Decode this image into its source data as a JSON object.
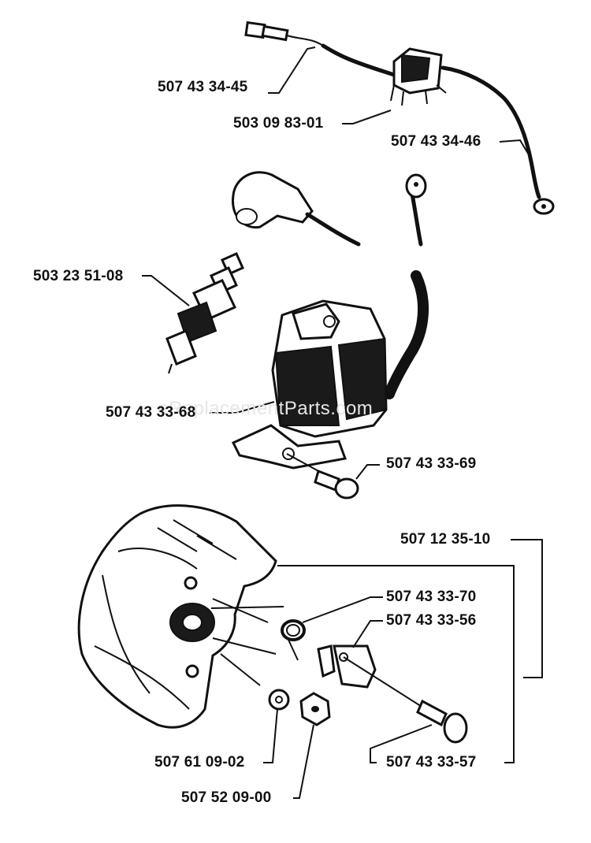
{
  "watermark": "eReplacementParts.com",
  "labels": {
    "cable_a": "507 43 34-45",
    "switch": "503 09 83-01",
    "cable_b": "507 43 34-46",
    "spark_plug": "503 23 51-08",
    "ignition_module": "507 43 33-68",
    "module_screw": "507 43 33-69",
    "starter_kit": "507 12 35-10",
    "spring": "507 43 33-70",
    "pawl": "507 43 33-56",
    "pawl_screw": "507 43 33-57",
    "washer": "507 61 09-02",
    "nut": "507 52 09-00"
  }
}
